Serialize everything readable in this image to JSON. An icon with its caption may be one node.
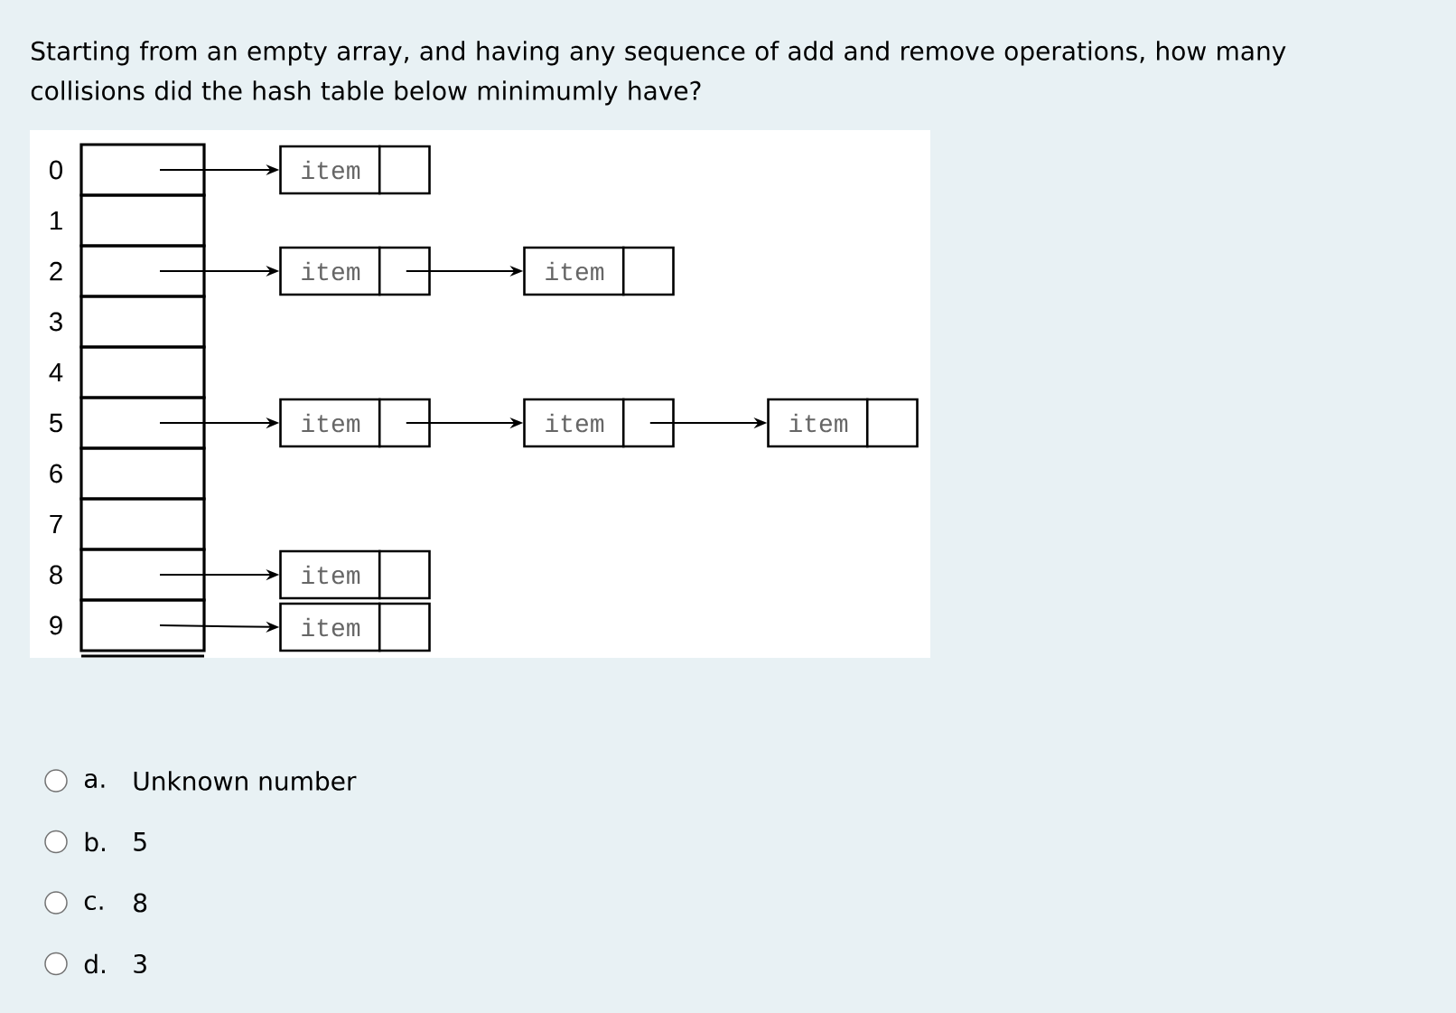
{
  "diagram": {
    "title": "Starting from an empty array, and having any sequence of add and remove operations, how many collisions did the hash table below minimumly have?",
    "nodes": [
      {
        "text": [],
        "shape": "box",
        "beside": [
          "0"
        ]
      },
      {
        "text": [],
        "shape": "box",
        "beside": [
          "1"
        ]
      },
      {
        "text": [],
        "shape": "box",
        "beside": [
          "2"
        ]
      },
      {
        "text": [],
        "shape": "box",
        "beside": [
          "3"
        ]
      },
      {
        "text": [],
        "shape": "box",
        "beside": [
          "4"
        ]
      },
      {
        "text": [],
        "shape": "box",
        "beside": [
          "5"
        ]
      },
      {
        "text": [],
        "shape": "box",
        "beside": [
          "6"
        ]
      },
      {
        "text": [],
        "shape": "box",
        "beside": [
          "7"
        ]
      },
      {
        "text": [],
        "shape": "box",
        "beside": [
          "8"
        ]
      },
      {
        "text": [],
        "shape": "box",
        "beside": [
          "9"
        ]
      },
      {
        "text": [
          "item"
        ]
      },
      {
        "text": [
          "item"
        ]
      },
      {
        "text": [
          "item"
        ]
      },
      {
        "text": [
          "item"
        ]
      },
      {
        "text": [
          "item"
        ]
      },
      {
        "text": [
          "item"
        ]
      },
      {
        "text": [
          "item"
        ]
      },
      {
        "text": [
          "item"
        ]
      }
    ],
    "edges": [
      {
        "from": 0,
        "to": 10,
        "arrow": "to"
      },
      {
        "from": 2,
        "to": 11,
        "arrow": "to"
      },
      {
        "from": 11,
        "to": 12,
        "arrow": "to"
      },
      {
        "from": 5,
        "to": 13,
        "arrow": "to"
      },
      {
        "from": 13,
        "to": 14,
        "arrow": "to"
      },
      {
        "from": 14,
        "to": 15,
        "arrow": "to"
      },
      {
        "from": 8,
        "to": 16,
        "arrow": "to"
      },
      {
        "from": 9,
        "to": 17,
        "arrow": "to"
      }
    ],
    "labels": [
      "a.",
      "Unknown number",
      "b.",
      "5",
      "c.",
      "8",
      "d.",
      "3"
    ]
  }
}
